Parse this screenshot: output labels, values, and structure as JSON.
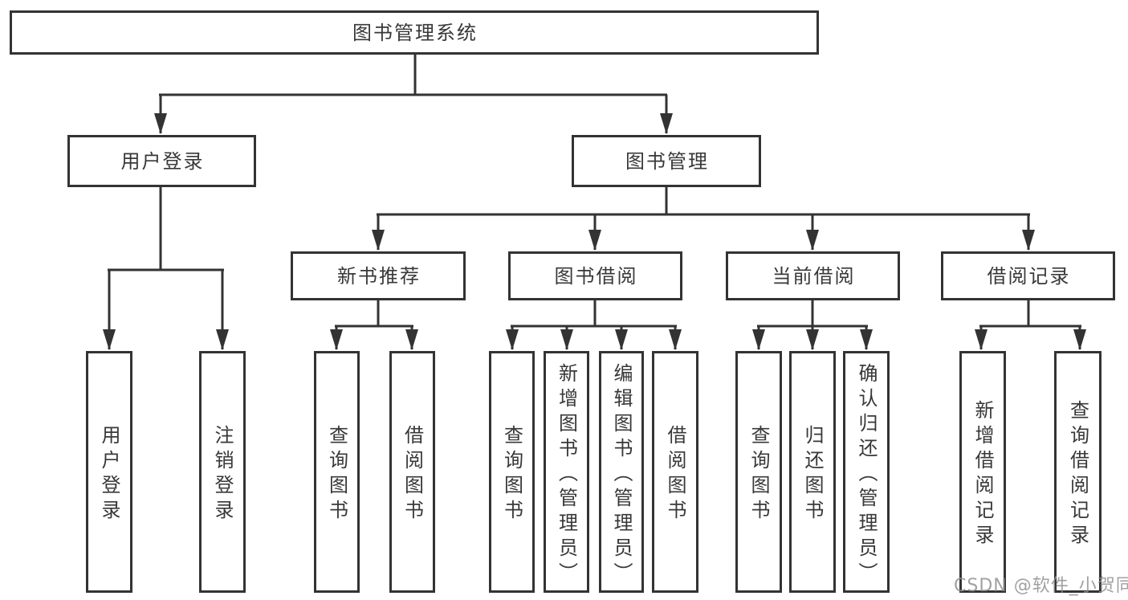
{
  "diagram": {
    "type": "org-tree",
    "line_color": "#333333",
    "box_background": "#ffffff",
    "text_color": "#383838",
    "nodes": {
      "root": "图书管理系统",
      "user_login": "用户登录",
      "book_mgmt": "图书管理",
      "new_book_rec": "新书推荐",
      "book_borrow": "图书借阅",
      "current_borrow": "当前借阅",
      "borrow_record": "借阅记录",
      "ul_login": "用户登录",
      "ul_logout": "注销登录",
      "nb_query": "查询图书",
      "nb_borrow": "借阅图书",
      "bb_query": "查询图书",
      "bb_add": "新增图书（管理员）",
      "bb_edit": "编辑图书（管理员）",
      "bb_borrow": "借阅图书",
      "cb_query": "查询图书",
      "cb_return": "归还图书",
      "cb_confirm": "确认归还（管理员）",
      "br_add": "新增借阅记录",
      "br_query": "查询借阅记录"
    },
    "edges": [
      [
        "root",
        "user_login"
      ],
      [
        "root",
        "book_mgmt"
      ],
      [
        "user_login",
        "ul_login"
      ],
      [
        "user_login",
        "ul_logout"
      ],
      [
        "book_mgmt",
        "new_book_rec"
      ],
      [
        "book_mgmt",
        "book_borrow"
      ],
      [
        "book_mgmt",
        "current_borrow"
      ],
      [
        "book_mgmt",
        "borrow_record"
      ],
      [
        "new_book_rec",
        "nb_query"
      ],
      [
        "new_book_rec",
        "nb_borrow"
      ],
      [
        "book_borrow",
        "bb_query"
      ],
      [
        "book_borrow",
        "bb_add"
      ],
      [
        "book_borrow",
        "bb_edit"
      ],
      [
        "book_borrow",
        "bb_borrow"
      ],
      [
        "current_borrow",
        "cb_query"
      ],
      [
        "current_borrow",
        "cb_return"
      ],
      [
        "current_borrow",
        "cb_confirm"
      ],
      [
        "borrow_record",
        "br_add"
      ],
      [
        "borrow_record",
        "br_query"
      ]
    ]
  },
  "watermark": {
    "text": "CSDN @软件_小贺同学",
    "color": "#919191"
  }
}
